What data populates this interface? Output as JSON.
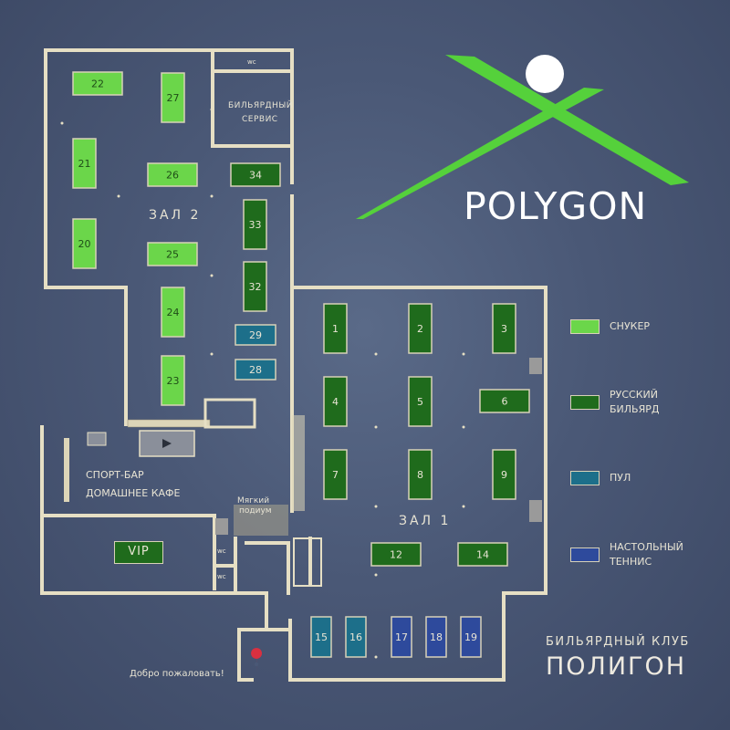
{
  "colors": {
    "background": "#4a5876",
    "wall": "#e6dfc4",
    "snooker": "#6bd64a",
    "russian": "#1f6b1c",
    "pool": "#1d6f8a",
    "tennis": "#2e4a9c",
    "logo_green": "#55d13b",
    "marker": "#d83040"
  },
  "logo": {
    "text": "POLYGON"
  },
  "brand": {
    "line1": "БИЛЬЯРДНЫЙ КЛУБ",
    "line2": "ПОЛИГОН"
  },
  "legend": [
    {
      "label": "СНУКЕР",
      "type": "snooker"
    },
    {
      "label": "РУССКИЙ\nБИЛЬЯРД",
      "type": "russian"
    },
    {
      "label": "ПУЛ",
      "type": "pool"
    },
    {
      "label": "НАСТОЛЬНЫЙ\nТЕННИС",
      "type": "tennis"
    }
  ],
  "rooms": {
    "hall2": "ЗАЛ 2",
    "hall1": "ЗАЛ 1",
    "service_line1": "БИЛЬЯРДНЫЙ",
    "service_line2": "СЕРВИС",
    "wc": "wc",
    "bar_line1": "СПОРТ-БАР",
    "bar_line2": "ДОМАШНЕЕ КАФЕ",
    "podium_line1": "Мягкий",
    "podium_line2": "подиум",
    "vip": "VIP",
    "welcome": "Добро пожаловать!"
  },
  "tables": [
    {
      "id": "22",
      "type": "snooker",
      "orient": "h"
    },
    {
      "id": "27",
      "type": "snooker",
      "orient": "v"
    },
    {
      "id": "21",
      "type": "snooker",
      "orient": "v"
    },
    {
      "id": "26",
      "type": "snooker",
      "orient": "h"
    },
    {
      "id": "20",
      "type": "snooker",
      "orient": "v"
    },
    {
      "id": "25",
      "type": "snooker",
      "orient": "h"
    },
    {
      "id": "24",
      "type": "snooker",
      "orient": "v"
    },
    {
      "id": "23",
      "type": "snooker",
      "orient": "v"
    },
    {
      "id": "34",
      "type": "russian",
      "orient": "h"
    },
    {
      "id": "33",
      "type": "russian",
      "orient": "v"
    },
    {
      "id": "32",
      "type": "russian",
      "orient": "v"
    },
    {
      "id": "29",
      "type": "pool",
      "orient": "h"
    },
    {
      "id": "28",
      "type": "pool",
      "orient": "h"
    },
    {
      "id": "1",
      "type": "russian",
      "orient": "v"
    },
    {
      "id": "2",
      "type": "russian",
      "orient": "v"
    },
    {
      "id": "3",
      "type": "russian",
      "orient": "v"
    },
    {
      "id": "4",
      "type": "russian",
      "orient": "v"
    },
    {
      "id": "5",
      "type": "russian",
      "orient": "v"
    },
    {
      "id": "6",
      "type": "russian",
      "orient": "h"
    },
    {
      "id": "7",
      "type": "russian",
      "orient": "v"
    },
    {
      "id": "8",
      "type": "russian",
      "orient": "v"
    },
    {
      "id": "9",
      "type": "russian",
      "orient": "v"
    },
    {
      "id": "12",
      "type": "russian",
      "orient": "h"
    },
    {
      "id": "14",
      "type": "russian",
      "orient": "h"
    },
    {
      "id": "15",
      "type": "pool",
      "orient": "v"
    },
    {
      "id": "16",
      "type": "pool",
      "orient": "v"
    },
    {
      "id": "17",
      "type": "tennis",
      "orient": "v"
    },
    {
      "id": "18",
      "type": "tennis",
      "orient": "v"
    },
    {
      "id": "19",
      "type": "tennis",
      "orient": "v"
    }
  ]
}
